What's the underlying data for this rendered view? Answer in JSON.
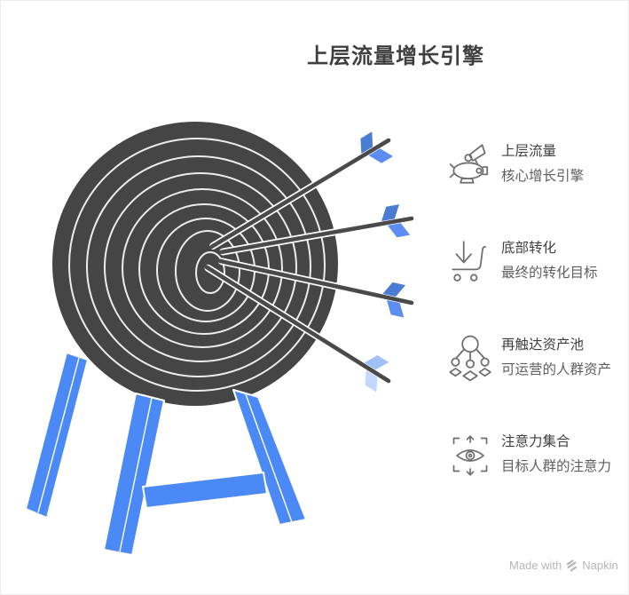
{
  "title": "上层流量增长引擎",
  "legend": {
    "items": [
      {
        "icon": "promo-blimp-megaphone-icon",
        "title": "上层流量",
        "subtitle": "核心增长引擎"
      },
      {
        "icon": "cart-download-icon",
        "title": "底部转化",
        "subtitle": "最终的转化目标"
      },
      {
        "icon": "audience-network-icon",
        "title": "再触达资产池",
        "subtitle": "可运营的人群资产"
      },
      {
        "icon": "attention-eye-icon",
        "title": "注意力集合",
        "subtitle": "目标人群的注意力"
      }
    ]
  },
  "illustration": {
    "name": "dartboard-with-four-arrows-on-easel",
    "arrow_count": 4
  },
  "footer": {
    "made_with": "Made with",
    "brand": "Napkin"
  },
  "colors": {
    "accent_blue": "#4b8af6",
    "board_dark": "#454545",
    "ring_light": "#ececec",
    "shaft_dark": "#4a4a4a",
    "fletch_a": "#4a7cd2",
    "fletch_b": "#5c8df0",
    "fletch_a_light": "#9ec1f9",
    "fletch_b_light": "#c3d8fc",
    "icon_gray": "#6e6e6e",
    "title_text": "#3f3f3f",
    "subtitle_text": "#5e5e5e",
    "footer_text": "#b6b6b6"
  }
}
